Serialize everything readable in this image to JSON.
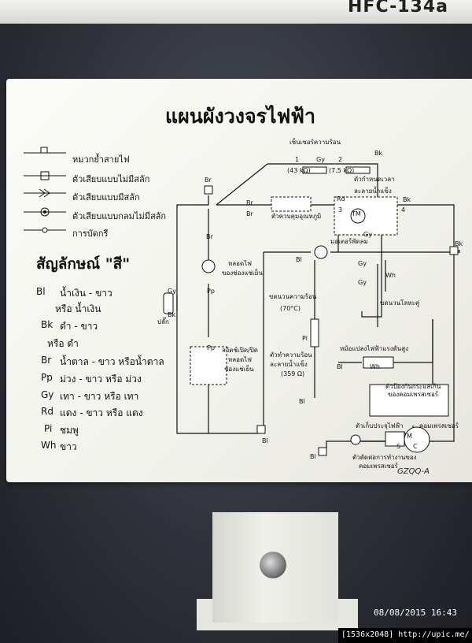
{
  "top_sticker": {
    "text": "HFC-134a"
  },
  "diagram_title": "แผนผังวงจรไฟฟ้า",
  "legend": [
    {
      "label": "หมวกย้ำสายไฟ",
      "symbol": "crimp-cap-icon"
    },
    {
      "label": "ตัวเสียบแบบไม่มีสลัก",
      "symbol": "connector-no-latch-icon"
    },
    {
      "label": "ตัวเสียบแบบมีสลัก",
      "symbol": "connector-latch-icon"
    },
    {
      "label": "ตัวเสียบแบบกลมไม่มีสลัก",
      "symbol": "round-connector-icon"
    },
    {
      "label": "การบัดกรี",
      "symbol": "solder-joint-icon"
    }
  ],
  "color_key": {
    "title": "สัญลักษณ์ \"สี\"",
    "entries": [
      {
        "code": "Bl",
        "desc": "น้ำเงิน - ขาว",
        "desc2": "หรือ น้ำเงิน"
      },
      {
        "code": "Bk",
        "desc": "ดำ - ขาว",
        "desc2": "หรือ ดำ"
      },
      {
        "code": "Br",
        "desc": "น้ำตาล - ขาว หรือน้ำตาล",
        "desc2": ""
      },
      {
        "code": "Pp",
        "desc": "ม่วง - ขาว หรือ ม่วง",
        "desc2": ""
      },
      {
        "code": "Gy",
        "desc": "เทา - ขาว หรือ เทา",
        "desc2": ""
      },
      {
        "code": "Rd",
        "desc": "แดง - ขาว หรือ แดง",
        "desc2": ""
      },
      {
        "code": "Pi",
        "desc": "ชมพู",
        "desc2": ""
      },
      {
        "code": "Wh",
        "desc": "ขาว",
        "desc2": ""
      }
    ]
  },
  "circuit": {
    "sensor_label": "เซ็นเซอร์ความร้อน",
    "sensor_1": "(43 kΩ)",
    "sensor_2": "(7.5 kΩ)",
    "timer_label_1": "ตัวกำหนดเวลา",
    "timer_label_2": "ละลายน้ำแข็ง",
    "temp_control": "ตัวควบคุมอุณหภูมิ",
    "fan_motor": "มอเตอร์พัดลม",
    "lamp_1": "หลอดไฟ",
    "lamp_2": "ของช่องแช่เย็น",
    "heater_label_1": "ขดนวนความร้อน",
    "heater_label_2": "(70°C)",
    "defrost_heater_1": "ตัวทำความร้อน",
    "defrost_heater_2": "ละลายน้ำแข็ง",
    "defrost_heater_3": "(359 Ω)",
    "door_switch_1": "สวิตช์เปิด/ปิด",
    "door_switch_2": "หลอดไฟ",
    "door_switch_3": "ช่องแช่เย็น",
    "fuse": "ขดนวนโลหะคู่",
    "hv_transformer": "หม้อแปลงไฟฟ้าแรงดันสูง",
    "overload_1": "ตัวป้องกันกระแสเกิน",
    "overload_2": "ของคอมเพรสเซอร์",
    "capacitor": "ตัวเก็บประจุไฟฟ้า",
    "compressor": "คอมเพรสเซอร์",
    "starter_1": "ตัวตัดต่อการทำงานของ",
    "starter_2": "คอมเพรสเซอร์",
    "plug": "ปลั๊ก",
    "tm": "TM",
    "wire_labels": {
      "br": "Br",
      "bk": "Bk",
      "gy": "Gy",
      "rd": "Rd",
      "bl": "Bl",
      "pp": "Pp",
      "wh": "Wh",
      "pi": "Pi",
      "one": "1",
      "two": "2",
      "three": "3",
      "four": "4",
      "m": "M",
      "c": "C",
      "s": "S"
    }
  },
  "model_code": "GZQQ-A",
  "timestamp": "08/08/2015 16:43",
  "footer": "[1536x2048] http://upic.me/"
}
